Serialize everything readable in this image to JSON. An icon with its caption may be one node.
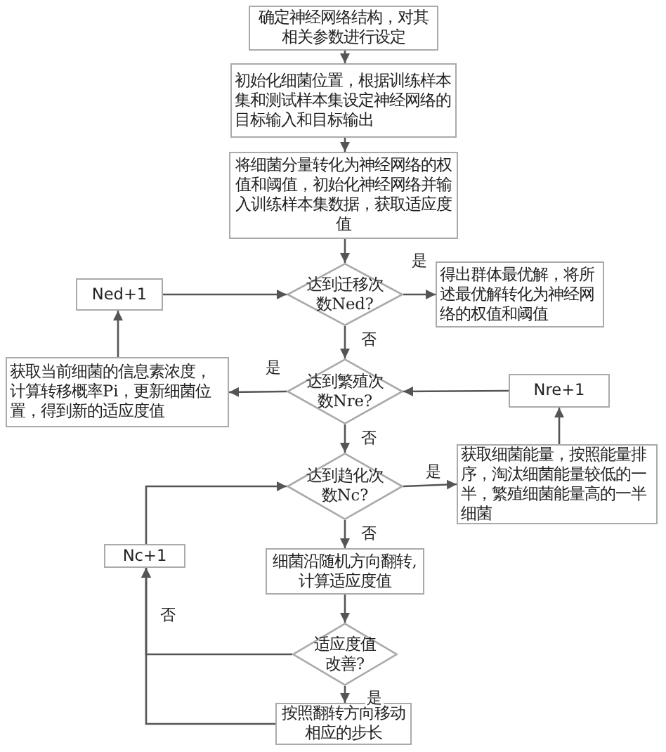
{
  "diagram": {
    "nodes": [
      {
        "text": [
          "确定神经网络结构，对其相关参数进行设定"
        ]
      },
      {
        "text": [
          "初始化细菌位置，根据训练样本集和测试样本集设定神经网络的目标输入和目标输出"
        ]
      },
      {
        "text": [
          "将细菌分量转化为神经网络的权值和阈值，初始化神经网络并输入训练样本集数据，获取适应度值"
        ]
      },
      {
        "text": [
          "达到迁移次数Ned?"
        ]
      },
      {
        "text": [
          "得出群体最优解，将所述最优解转化为神经网络的权值和阈值"
        ]
      },
      {
        "text": [
          "Ned+1"
        ]
      },
      {
        "text": [
          "达到繁殖次数Nre?"
        ]
      },
      {
        "text": [
          "获取当前细菌的信息素浓度，计算转移概率Pi，更新细菌位置，得到新的适应度值"
        ]
      },
      {
        "text": [
          "Nre+1"
        ]
      },
      {
        "text": [
          "达到趋化次数Nc?"
        ]
      },
      {
        "text": [
          "获取细菌能量，按照能量排序，淘汰细菌能量较低的一半，繁殖细菌能量高的一半细菌"
        ]
      },
      {
        "text": [
          "Nc+1"
        ]
      },
      {
        "text": [
          "细菌沿随机方向翻转,计算适应度值"
        ]
      },
      {
        "text": [
          "适应度值改善?"
        ]
      },
      {
        "text": [
          "按照翻转方向移动相应的步长"
        ]
      }
    ],
    "edges": [
      {
        "from": 0,
        "to": 1,
        "arrow": "to"
      },
      {
        "from": 1,
        "to": 2,
        "arrow": "to"
      },
      {
        "from": 2,
        "to": 3,
        "arrow": "to"
      },
      {
        "from": 3,
        "to": 4,
        "arrow": "to",
        "label": "是"
      },
      {
        "from": 3,
        "to": 6,
        "arrow": "to",
        "label": "否"
      },
      {
        "from": 5,
        "to": 3,
        "arrow": "to"
      },
      {
        "from": 7,
        "to": 5,
        "arrow": "to"
      },
      {
        "from": 6,
        "to": 7,
        "arrow": "to",
        "label": "是"
      },
      {
        "from": 8,
        "to": 6,
        "arrow": "to"
      },
      {
        "from": 10,
        "to": 8,
        "arrow": "to"
      },
      {
        "from": 6,
        "to": 9,
        "arrow": "to",
        "label": "否"
      },
      {
        "from": 9,
        "to": 10,
        "arrow": "to",
        "label": "是"
      },
      {
        "from": 9,
        "to": 12,
        "arrow": "to",
        "label": "否"
      },
      {
        "from": 11,
        "to": 9,
        "arrow": "to"
      },
      {
        "from": 12,
        "to": 13,
        "arrow": "to"
      },
      {
        "from": 13,
        "to": 11,
        "arrow": "to",
        "label": "否"
      },
      {
        "from": 14,
        "to": 11,
        "arrow": "to"
      },
      {
        "from": 13,
        "to": 14,
        "arrow": "to",
        "label": "是"
      }
    ]
  }
}
